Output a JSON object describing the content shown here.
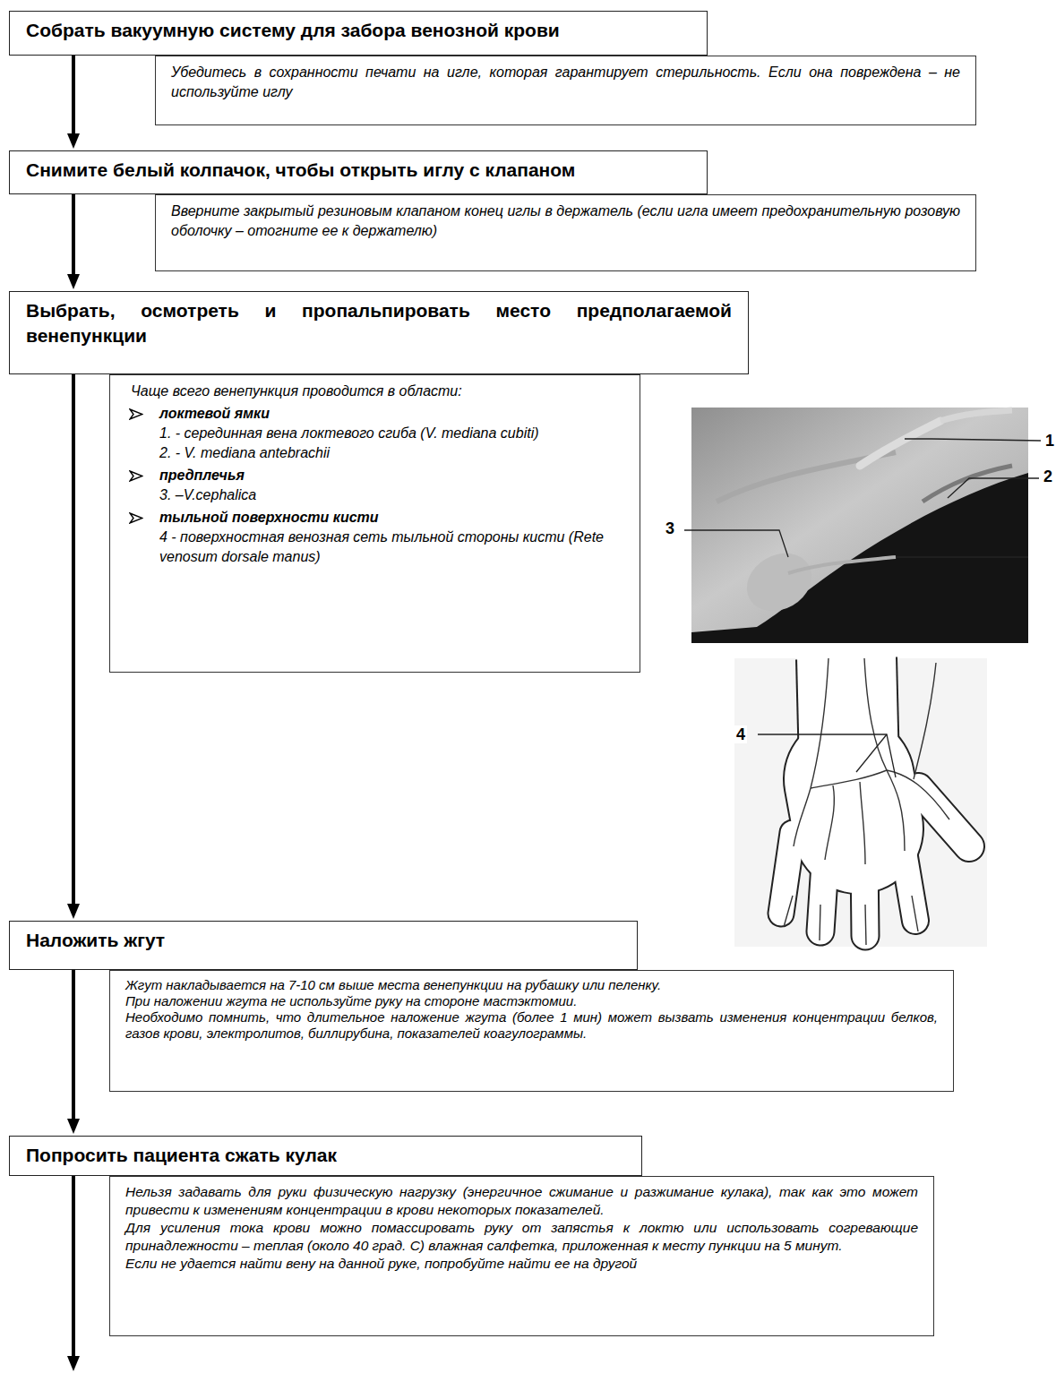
{
  "diagram": {
    "nodes": [
      {
        "text": [
          "Собрать вакуумную систему для забора венозной крови"
        ]
      },
      {
        "text": [
          "Убедитесь в сохранности печати на игле, которая гарантирует стерильность. Если она повреждена – не используйте иглу"
        ]
      },
      {
        "text": [
          "Снимите белый колпачок, чтобы открыть иглу с клапаном"
        ]
      },
      {
        "text": [
          "Вверните закрытый резиновым клапаном конец иглы в держатель (если игла имеет предохранительную розовую оболочку – отогните ее к держателю)"
        ]
      },
      {
        "text": [
          "Выбрать, осмотреть и пропальпировать место предполагаемой венепункции"
        ]
      },
      {
        "text": [
          "Чаще всего венепункция проводится в области:",
          "локтевой ямки",
          "1. - серединная вена локтевого сгиба (V. mediana cubiti)",
          "2. - V. mediana antebrachii",
          "предплечья",
          "3. –V.cephalica",
          "тыльной поверхности кисти",
          "4 - поверхностная венозная сеть тыльной стороны кисти (Rete venosum dorsale manus)"
        ]
      },
      {
        "text": [
          "Наложить жгут"
        ]
      },
      {
        "text": [
          "Жгут накладывается на 7-10 см выше места венепункции на рубашку или пеленку.",
          "При наложении жгута не используйте руку на стороне мастэктомии.",
          "Необходимо помнить, что длительное наложение жгута (более 1 мин) может вызвать изменения концентрации белков, газов крови, электролитов, биллирубина, показателей коагулограммы."
        ]
      },
      {
        "text": [
          "Попросить пациента сжать кулак"
        ]
      },
      {
        "text": [
          "Нельзя задавать для руки физическую нагрузку (энергичное сжимание и разжимание кулака), так как это может привести к изменениям концентрации в крови некоторых показателей.",
          "Для усиления тока крови можно помассировать руку от запястья к локтю или использовать согревающие принадлежности – теплая (около 40 град. С) влажная салфетка, приложенная к месту пункции на 5 минут.",
          "Если не удается найти вену на данной руке, попробуйте найти ее на другой"
        ]
      }
    ],
    "edges": [
      {
        "from": 0,
        "to": 2,
        "arrow": "to"
      },
      {
        "from": 2,
        "to": 4,
        "arrow": "to"
      },
      {
        "from": 4,
        "to": 6,
        "arrow": "to"
      },
      {
        "from": 6,
        "to": 8,
        "arrow": "to"
      }
    ],
    "labels": [
      "1",
      "2",
      "3",
      "4"
    ]
  }
}
